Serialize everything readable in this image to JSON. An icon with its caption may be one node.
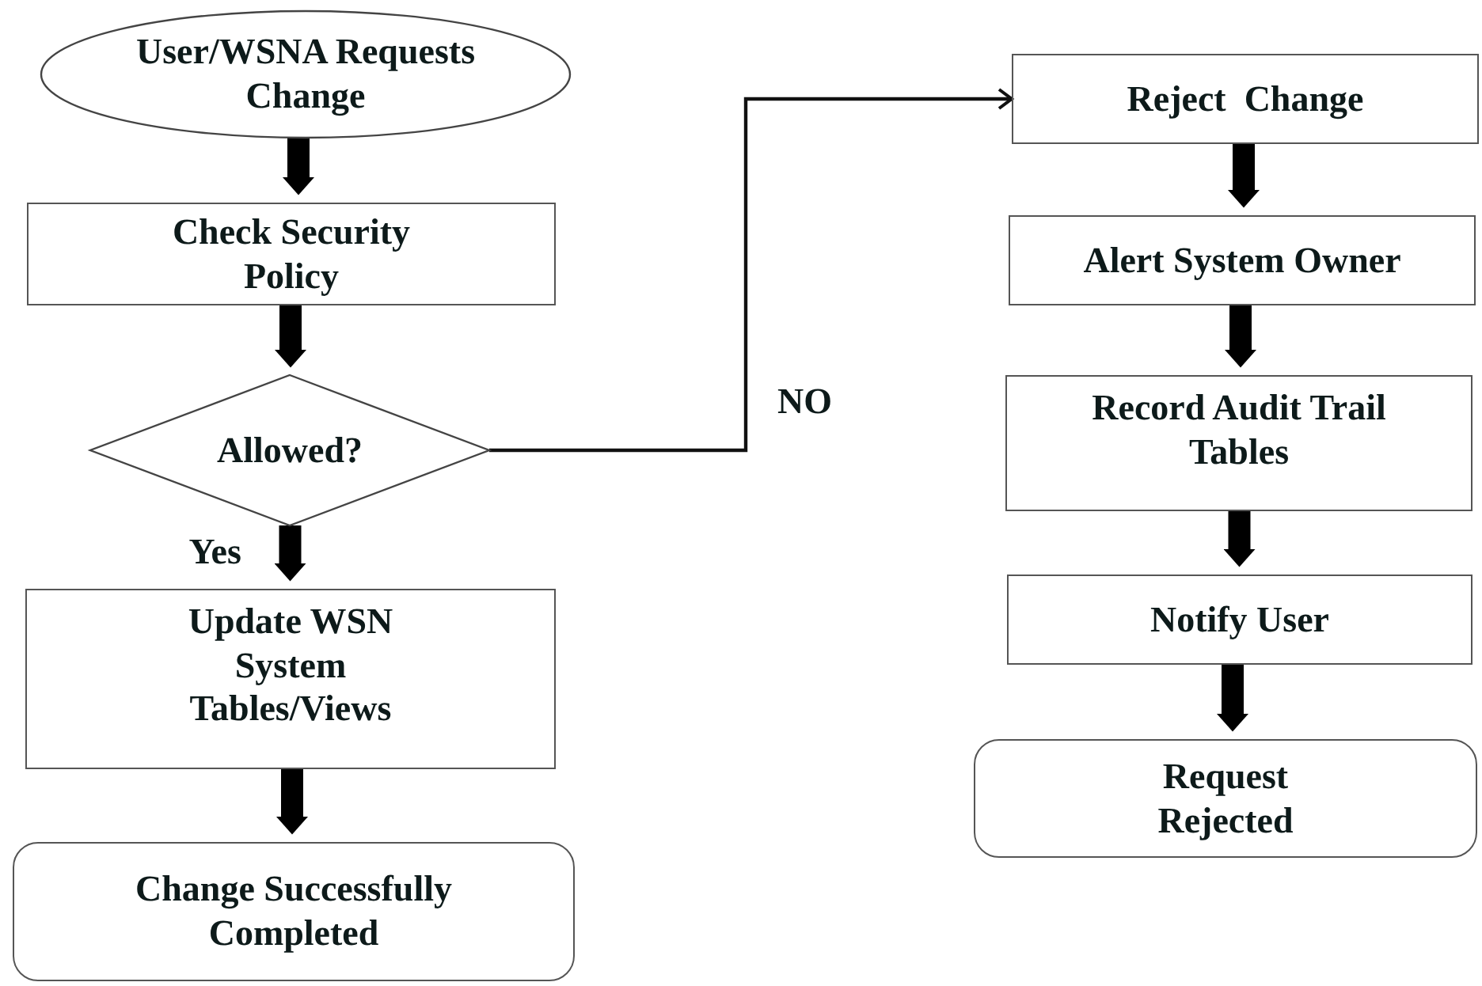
{
  "diagram": {
    "nodes": [
      {
        "text": [
          "User/WSNA Requests Change"
        ]
      },
      {
        "text": [
          "Check Security Policy"
        ]
      },
      {
        "text": [
          "Allowed?"
        ]
      },
      {
        "text": [
          "Update WSN System Tables/Views"
        ]
      },
      {
        "text": [
          "Change Successfully Completed"
        ]
      },
      {
        "text": [
          "Reject  Change"
        ]
      },
      {
        "text": [
          "Alert System Owner"
        ]
      },
      {
        "text": [
          "Record Audit Trail Tables"
        ]
      },
      {
        "text": [
          "Notify User"
        ]
      },
      {
        "text": [
          "Request Rejected"
        ]
      }
    ],
    "edges": [
      {
        "from": 0,
        "to": 1,
        "arrow": "to"
      },
      {
        "from": 1,
        "to": 2,
        "arrow": "to"
      },
      {
        "from": 2,
        "to": 3,
        "arrow": "to",
        "label": "Yes"
      },
      {
        "from": 3,
        "to": 4,
        "arrow": "to"
      },
      {
        "from": 2,
        "to": 5,
        "arrow": "to",
        "label": "NO"
      },
      {
        "from": 5,
        "to": 6,
        "arrow": "to"
      },
      {
        "from": 6,
        "to": 7,
        "arrow": "to"
      },
      {
        "from": 7,
        "to": 8,
        "arrow": "to"
      },
      {
        "from": 8,
        "to": 9,
        "arrow": "to"
      }
    ]
  }
}
